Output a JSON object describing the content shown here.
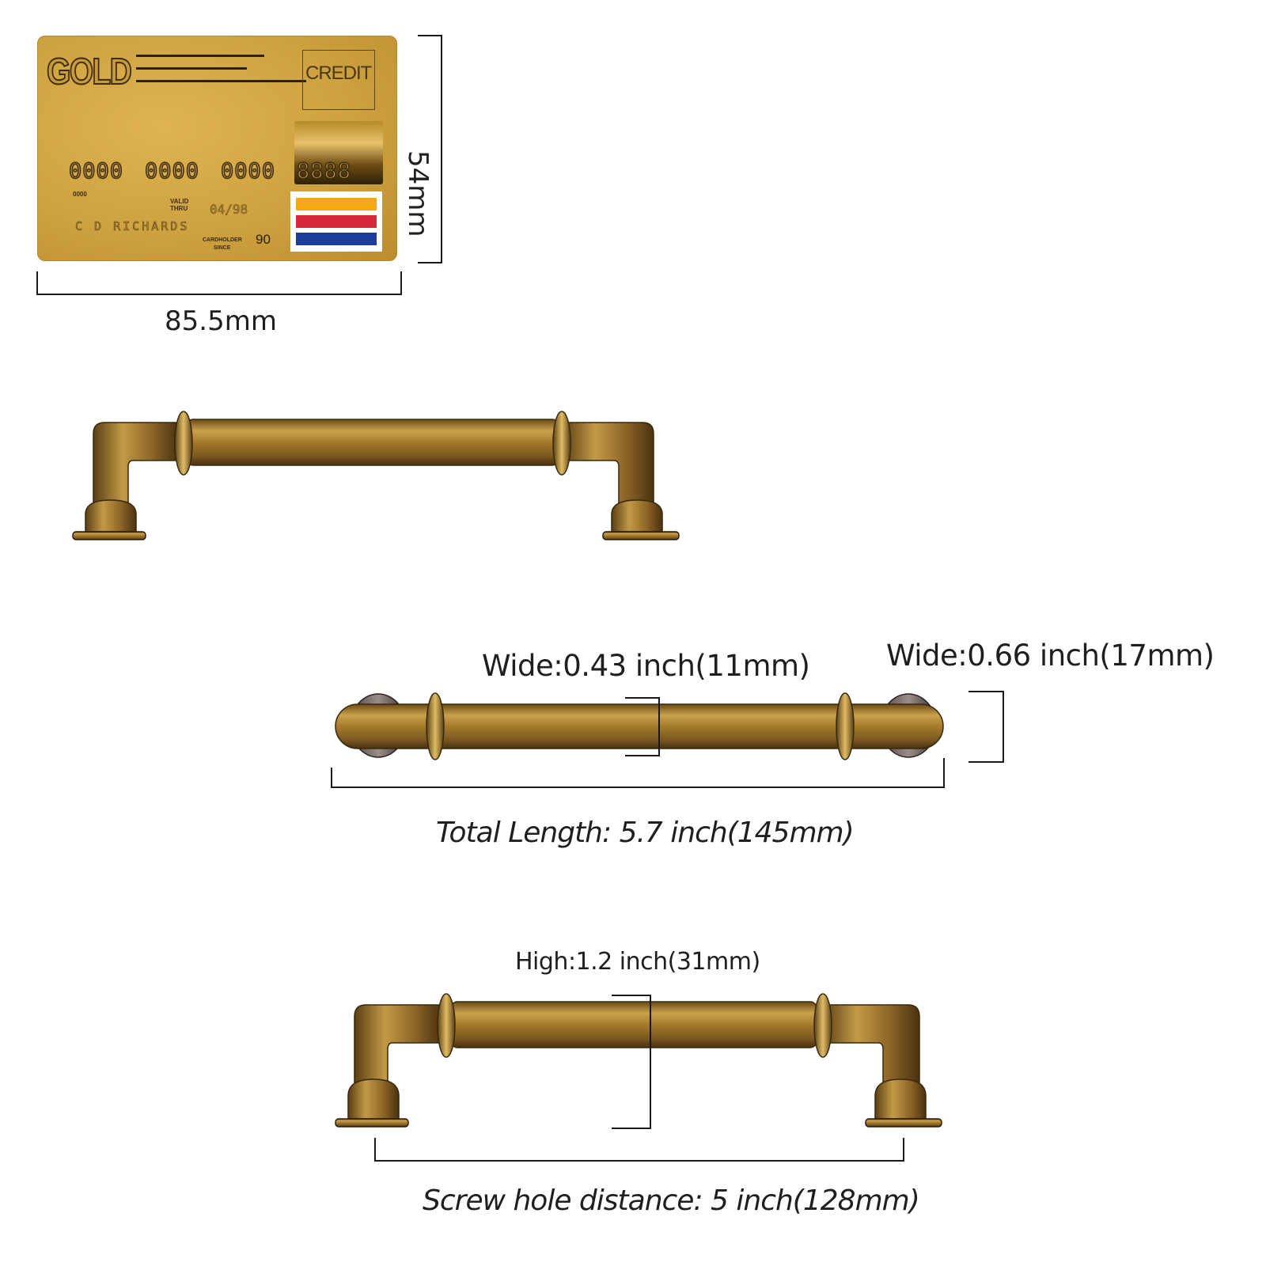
{
  "card": {
    "brand": "GOLD",
    "type_label": "CREDIT",
    "number_groups": [
      "0000",
      "0000",
      "0000",
      "8888"
    ],
    "small_number": "0000",
    "valid_label_1": "VALID",
    "valid_label_2": "THRU",
    "valid_date": "04/98",
    "holder_name": "C D RICHARDS",
    "since_label_1": "CARDHOLDER",
    "since_label_2": "SINCE",
    "since_year": "90",
    "flag_colors": [
      "#f4a814",
      "#d8283c",
      "#1d3d9a"
    ]
  },
  "card_dimensions": {
    "height_label": "54mm",
    "width_label": "85.5mm"
  },
  "handle_dimensions": {
    "bar_wide_label": "Wide:0.43 inch(11mm)",
    "base_wide_label": "Wide:0.66 inch(17mm)",
    "total_length_label": "Total Length: 5.7 inch(145mm)",
    "high_label": "High:1.2 inch(31mm)",
    "screw_hole_label": "Screw hole distance: 5 inch(128mm)"
  },
  "colors": {
    "brass_light": "#c9a24d",
    "brass_mid": "#a67c2c",
    "brass_dark": "#5a3f14",
    "line": "#1a1a1a"
  }
}
